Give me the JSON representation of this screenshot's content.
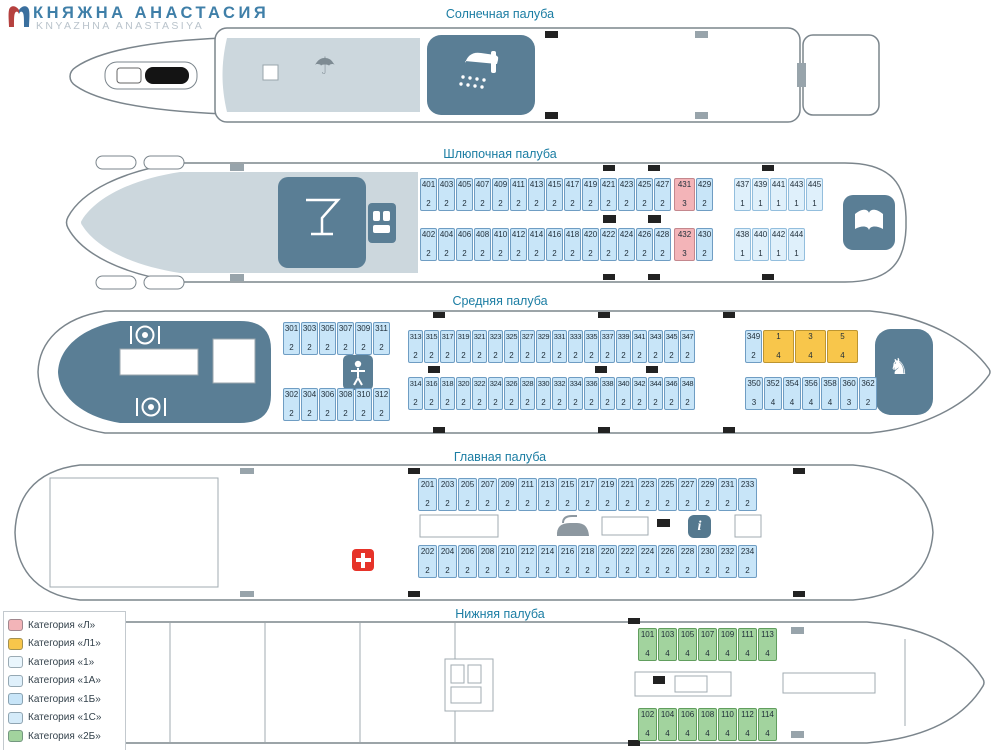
{
  "header": {
    "title": "КНЯЖНА АНАСТАСИЯ",
    "subtitle": "KNYAZHNA ANASTASIYA"
  },
  "category_colors": {
    "p": "#f3b4b8",
    "y": "#f8c64b",
    "b": "#c8e5f8",
    "l": "#dff0fb",
    "g": "#a2d39e"
  },
  "legend": [
    {
      "label": "Категория «Л»",
      "color": "#f3b4b8"
    },
    {
      "label": "Категория «Л1»",
      "color": "#f8c64b"
    },
    {
      "label": "Категория «1»",
      "color": "#eaf6fd"
    },
    {
      "label": "Категория «1А»",
      "color": "#dff0fb"
    },
    {
      "label": "Категория «1Б»",
      "color": "#c8e5f8"
    },
    {
      "label": "Категория «1С»",
      "color": "#d5ebf9"
    },
    {
      "label": "Категория «2Б»",
      "color": "#a2d39e"
    }
  ],
  "icons": {
    "info": "i",
    "kids": "♞",
    "umbrella": "☂"
  },
  "decks": [
    {
      "name": "Солнечная палуба"
    },
    {
      "name": "Шлюпочная палуба",
      "groups": {
        "top_main": {
          "berths": "2",
          "cat": "b",
          "cabins": [
            "401",
            "403",
            "405",
            "407",
            "409",
            "411",
            "413",
            "415",
            "417",
            "419",
            "421",
            "423",
            "425",
            "427"
          ]
        },
        "top_lux": {
          "berths": "2",
          "cat": "b",
          "cabins": [
            {
              "n": "431",
              "b": "3",
              "c": "p"
            },
            "429"
          ]
        },
        "top_single": {
          "berths": "1",
          "cat": "l",
          "cabins": [
            "437",
            "439",
            "441",
            "443",
            "445"
          ]
        },
        "bot_main": {
          "berths": "2",
          "cat": "b",
          "cabins": [
            "402",
            "404",
            "406",
            "408",
            "410",
            "412",
            "414",
            "416",
            "418",
            "420",
            "422",
            "424",
            "426",
            "428"
          ]
        },
        "bot_lux": {
          "berths": "2",
          "cat": "b",
          "cabins": [
            {
              "n": "432",
              "b": "3",
              "c": "p"
            },
            "430"
          ]
        },
        "bot_single": {
          "berths": "1",
          "cat": "l",
          "cabins": [
            "438",
            "440",
            "442",
            "444"
          ]
        }
      }
    },
    {
      "name": "Средняя палуба",
      "groups": {
        "top_left": {
          "berths": "2",
          "cat": "b",
          "cabins": [
            "301",
            "303",
            "305",
            "307",
            "309",
            "311"
          ]
        },
        "bot_left": {
          "berths": "2",
          "cat": "b",
          "cabins": [
            "302",
            "304",
            "306",
            "308",
            "310",
            "312"
          ]
        },
        "top_mid": {
          "berths": "2",
          "cat": "b",
          "cabins": [
            "313",
            "315",
            "317",
            "319",
            "321",
            "323",
            "325",
            "327",
            "329",
            "331",
            "333",
            "335",
            "337",
            "339",
            "341",
            "343",
            "345",
            "347"
          ]
        },
        "bot_mid": {
          "berths": "2",
          "cat": "b",
          "cabins": [
            "314",
            "316",
            "318",
            "320",
            "322",
            "324",
            "326",
            "328",
            "330",
            "332",
            "334",
            "336",
            "338",
            "340",
            "342",
            "344",
            "346",
            "348"
          ]
        },
        "top_right": {
          "berths": "4",
          "cat": "y",
          "cabins": [
            {
              "n": "349",
              "b": "2",
              "c": "b"
            },
            "1",
            "3",
            "5"
          ]
        },
        "bot_right": {
          "berths": "4",
          "cat": "b",
          "cabins": [
            {
              "n": "350",
              "b": "3"
            },
            "352",
            "354",
            "356",
            "358",
            {
              "n": "360",
              "b": "3"
            },
            {
              "n": "362",
              "b": "2"
            }
          ]
        }
      }
    },
    {
      "name": "Главная палуба",
      "groups": {
        "top": {
          "berths": "2",
          "cat": "b",
          "cabins": [
            "201",
            "203",
            "205",
            "207",
            "209",
            "211",
            "213",
            "215",
            "217",
            "219",
            "221",
            "223",
            "225",
            "227",
            "229",
            "231",
            "233"
          ]
        },
        "bot": {
          "berths": "2",
          "cat": "b",
          "cabins": [
            "202",
            "204",
            "206",
            "208",
            "210",
            "212",
            "214",
            "216",
            "218",
            "220",
            "222",
            "224",
            "226",
            "228",
            "230",
            "232",
            "234"
          ]
        }
      }
    },
    {
      "name": "Нижняя палуба",
      "groups": {
        "top": {
          "berths": "4",
          "cat": "g",
          "cabins": [
            "101",
            "103",
            "105",
            "107",
            "109",
            "111",
            "113"
          ]
        },
        "bot": {
          "berths": "4",
          "cat": "g",
          "cabins": [
            "102",
            "104",
            "106",
            "108",
            "110",
            "112",
            "114"
          ]
        }
      }
    }
  ]
}
